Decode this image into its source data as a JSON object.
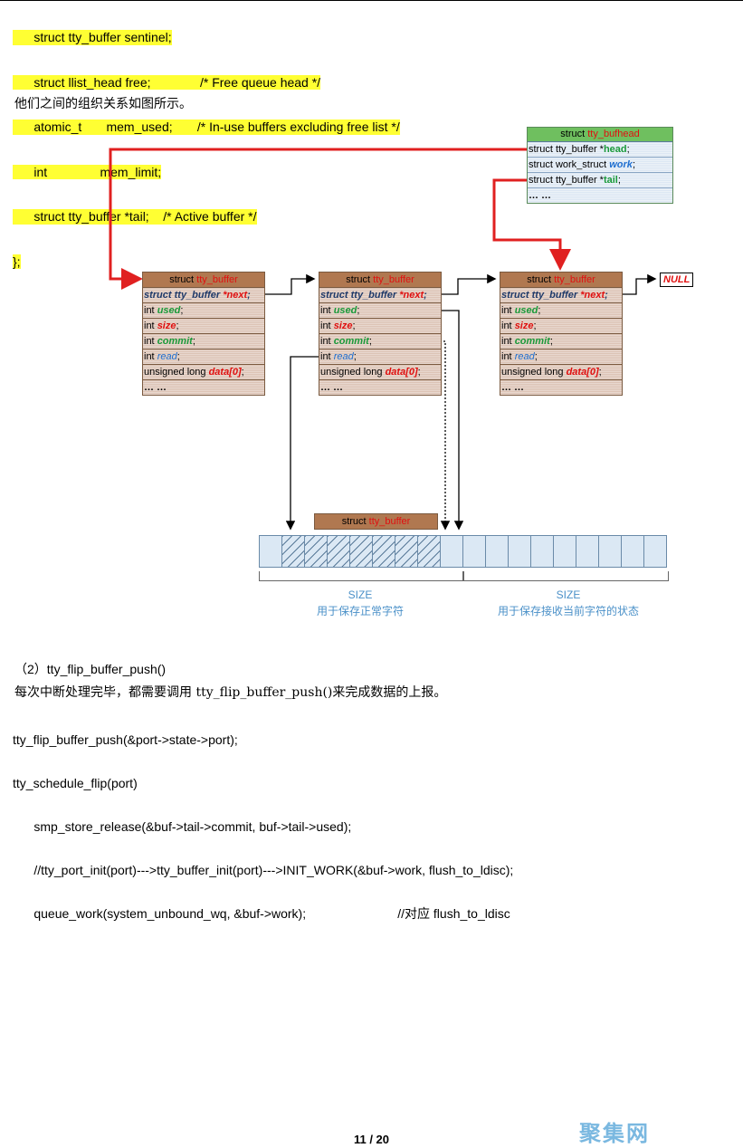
{
  "code_top": [
    {
      "indent": "      ",
      "text": "struct tty_buffer sentinel;"
    },
    {
      "indent": "      ",
      "text": "struct llist_head free;              /* Free queue head */"
    },
    {
      "indent": "      ",
      "text": "atomic_t       mem_used;       /* In-use buffers excluding free list */"
    },
    {
      "indent": "      ",
      "text": "int               mem_limit;"
    },
    {
      "indent": "      ",
      "text": "struct tty_buffer *tail;    /* Active buffer */"
    },
    {
      "indent": "",
      "text": "};"
    }
  ],
  "intro_text": "他们之间的组织关系如图所示。",
  "diagram": {
    "head_struct": {
      "header_prefix": "struct ",
      "header_name": "tty_bufhead",
      "rows": [
        {
          "pre": "struct tty_buffer *",
          "field": "head",
          "post": ";"
        },
        {
          "pre": "struct work_struct ",
          "field": "work",
          "post": ";"
        },
        {
          "pre": "struct tty_buffer *",
          "field": "tail",
          "post": ";"
        },
        {
          "pre": "… …",
          "field": "",
          "post": ""
        }
      ]
    },
    "buffer_struct": {
      "header_prefix": "struct ",
      "header_name": "tty_buffer",
      "rows": [
        {
          "pre": "struct tty_buffer ",
          "field": "*next",
          "post": ";"
        },
        {
          "pre": "int ",
          "field": "used",
          "post": ";"
        },
        {
          "pre": "int ",
          "field": "size",
          "post": ";"
        },
        {
          "pre": "int ",
          "field": "commit",
          "post": ";"
        },
        {
          "pre": "int ",
          "field": "read",
          "post": ";"
        },
        {
          "pre": "unsigned long ",
          "field": "data[0]",
          "post": ";"
        },
        {
          "pre": "… …",
          "field": "",
          "post": ""
        }
      ]
    },
    "null_label": "NULL",
    "small_struct_prefix": "struct ",
    "small_struct_name": "tty_buffer",
    "size_left": "SIZE",
    "size_left_desc": "用于保存正常字符",
    "size_right": "SIZE",
    "size_right_desc": "用于保存接收当前字符的状态"
  },
  "section_title": "（2）tty_flip_buffer_push()",
  "section_desc": "每次中断处理完毕，都需要调用 tty_flip_buffer_push()来完成数据的上报。",
  "code_bottom": [
    "tty_flip_buffer_push(&port->state->port);",
    "tty_schedule_flip(port)",
    "      smp_store_release(&buf->tail->commit, buf->tail->used);",
    "      //tty_port_init(port)--->tty_buffer_init(port)--->INIT_WORK(&buf->work, flush_to_ldisc);",
    "      queue_work(system_unbound_wq, &buf->work);                          //对应 flush_to_ldisc"
  ],
  "page_number": "11 / 20",
  "watermark": "聚集网",
  "colors": {
    "highlight": "#ffff33",
    "arrow_red": "#e02020",
    "header_brown": "#b07850",
    "header_green": "#6fbf5f"
  }
}
